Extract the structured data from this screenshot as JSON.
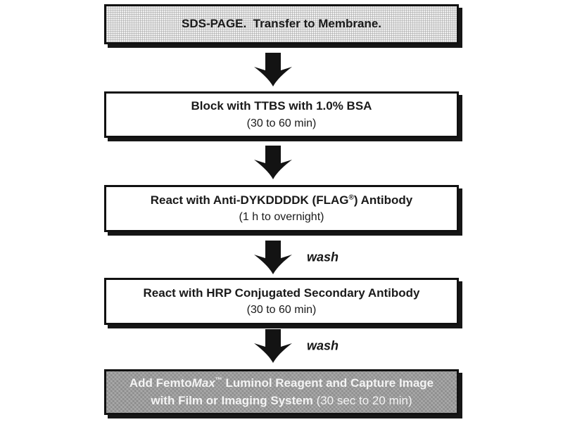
{
  "colors": {
    "border": "#111111",
    "shadow": "#161616",
    "light_fill": "#f0f0f0",
    "dark_fill": "#9b9b9b",
    "arrow": "#131313",
    "text": "#1a1a1a",
    "dark_box_text": "#f3f3f3"
  },
  "steps": [
    {
      "id": "sds-page-transfer",
      "text": "SDS-PAGE.  Transfer to Membrane."
    },
    {
      "id": "block",
      "title": "Block with TTBS with 1.0% BSA",
      "duration": "(30 to 60 min)"
    },
    {
      "id": "primary-antibody",
      "title_pre": "React with Anti-DYKDDDDK (FLAG",
      "title_sup": "®",
      "title_post": ") Antibody",
      "duration": "(1 h to overnight)"
    },
    {
      "id": "secondary-antibody",
      "title": "React with HRP Conjugated Secondary Antibody",
      "duration": "(30 to 60 min)"
    },
    {
      "id": "detection",
      "line1_pre": "Add Femto",
      "line1_brand": "Max",
      "line1_tm": "™",
      "line1_post": " Luminol Reagent and Capture Image",
      "line2_bold": "with Film or Imaging System ",
      "line2_duration": "(30 sec to 20 min)"
    }
  ],
  "arrows": [
    {
      "label": ""
    },
    {
      "label": ""
    },
    {
      "label": "wash"
    },
    {
      "label": "wash"
    }
  ]
}
